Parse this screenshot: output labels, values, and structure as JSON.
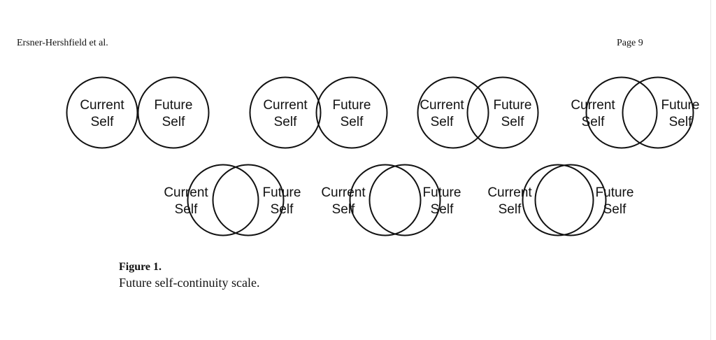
{
  "header": {
    "author": "Ersner-Hershfield et al.",
    "page": "Page 9"
  },
  "figure": {
    "labels": {
      "current_line1": "Current",
      "current_line2": "Self",
      "future_line1": "Future",
      "future_line2": "Self"
    },
    "overlap_levels": [
      1,
      2,
      3,
      4,
      5,
      6,
      7
    ],
    "caption_title": "Figure 1.",
    "caption_text": "Future self-continuity scale."
  }
}
